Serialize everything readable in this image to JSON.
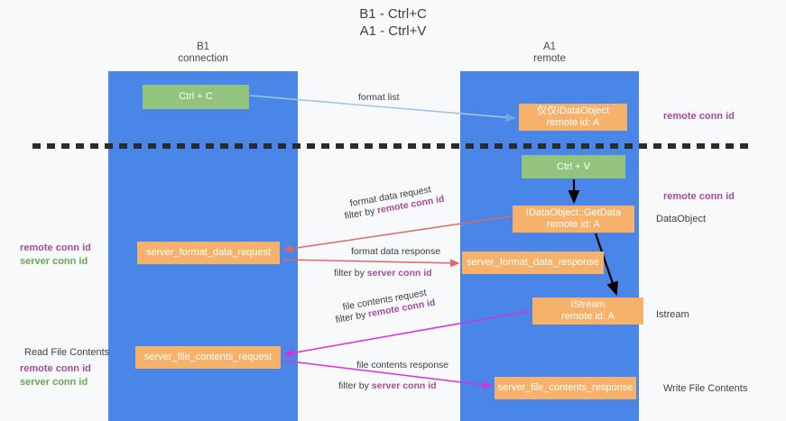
{
  "title": {
    "line1": "B1 - Ctrl+C",
    "line2": "A1 - Ctrl+V"
  },
  "columns": [
    {
      "id": "b1",
      "line1": "B1",
      "line2": "connection"
    },
    {
      "id": "a1",
      "line1": "A1",
      "line2": "remote"
    }
  ],
  "nodes": {
    "ctrl_c": {
      "label": "Ctrl + C",
      "sub": "",
      "color": "#93c47d"
    },
    "idataobject": {
      "label": "仅仅IDataObject",
      "sub": "remote id: A",
      "color": "#f6b26b"
    },
    "ctrl_v": {
      "label": "Ctrl + V",
      "sub": "",
      "color": "#93c47d"
    },
    "getdata": {
      "label": "IDataObject::GetData",
      "sub": "remote id: A",
      "color": "#f6b26b"
    },
    "format_request": {
      "label": "server_format_data_request",
      "sub": "",
      "color": "#f6b26b"
    },
    "format_response": {
      "label": "server_format_data_response",
      "sub": "",
      "color": "#f6b26b"
    },
    "istream": {
      "label": "IStream",
      "sub": "remote id: A",
      "color": "#f6b26b"
    },
    "file_request": {
      "label": "server_file_contents_request",
      "sub": "",
      "color": "#f6b26b"
    },
    "file_response": {
      "label": "server_file_contents_response",
      "sub": "",
      "color": "#f6b26b"
    }
  },
  "edges": {
    "format_list": "format list",
    "format_data_request": "format data request",
    "format_data_request_filter_prefix": "filter by ",
    "format_data_request_filter_key": "remote conn id",
    "format_data_response": "format data response",
    "format_data_response_filter_prefix": "filter by ",
    "format_data_response_filter_key": "server conn id",
    "file_contents_request": "file contents request",
    "file_contents_request_filter_prefix": "filter by ",
    "file_contents_request_filter_key": "remote conn id",
    "file_contents_response": "file contents response",
    "file_contents_response_filter_prefix": "filter by ",
    "file_contents_response_filter_key": "server conn id"
  },
  "annotations": {
    "remote_conn_id_top": "remote conn id",
    "remote_conn_id_mid": "remote conn id",
    "dataobject": "DataObject",
    "istream": "Istream",
    "write_file_contents": "Write File Contents",
    "read_file_contents": "Read File Contents",
    "left_remote_conn_id_mid": "remote conn id",
    "left_server_conn_id_mid": "server conn id",
    "left_remote_conn_id_bottom": "remote conn id",
    "left_server_conn_id_bottom": "server conn id"
  },
  "colors": {
    "lane": "#4a86e8",
    "node_green": "#93c47d",
    "node_orange": "#f6b26b",
    "purple_text": "#a64d9a",
    "green_text": "#6aa84f",
    "arrow_blue": "#9fc5e8",
    "arrow_red": "#e06666",
    "arrow_magenta": "#d633d6",
    "arrow_black": "#000000",
    "background": "#f8f9fa"
  }
}
